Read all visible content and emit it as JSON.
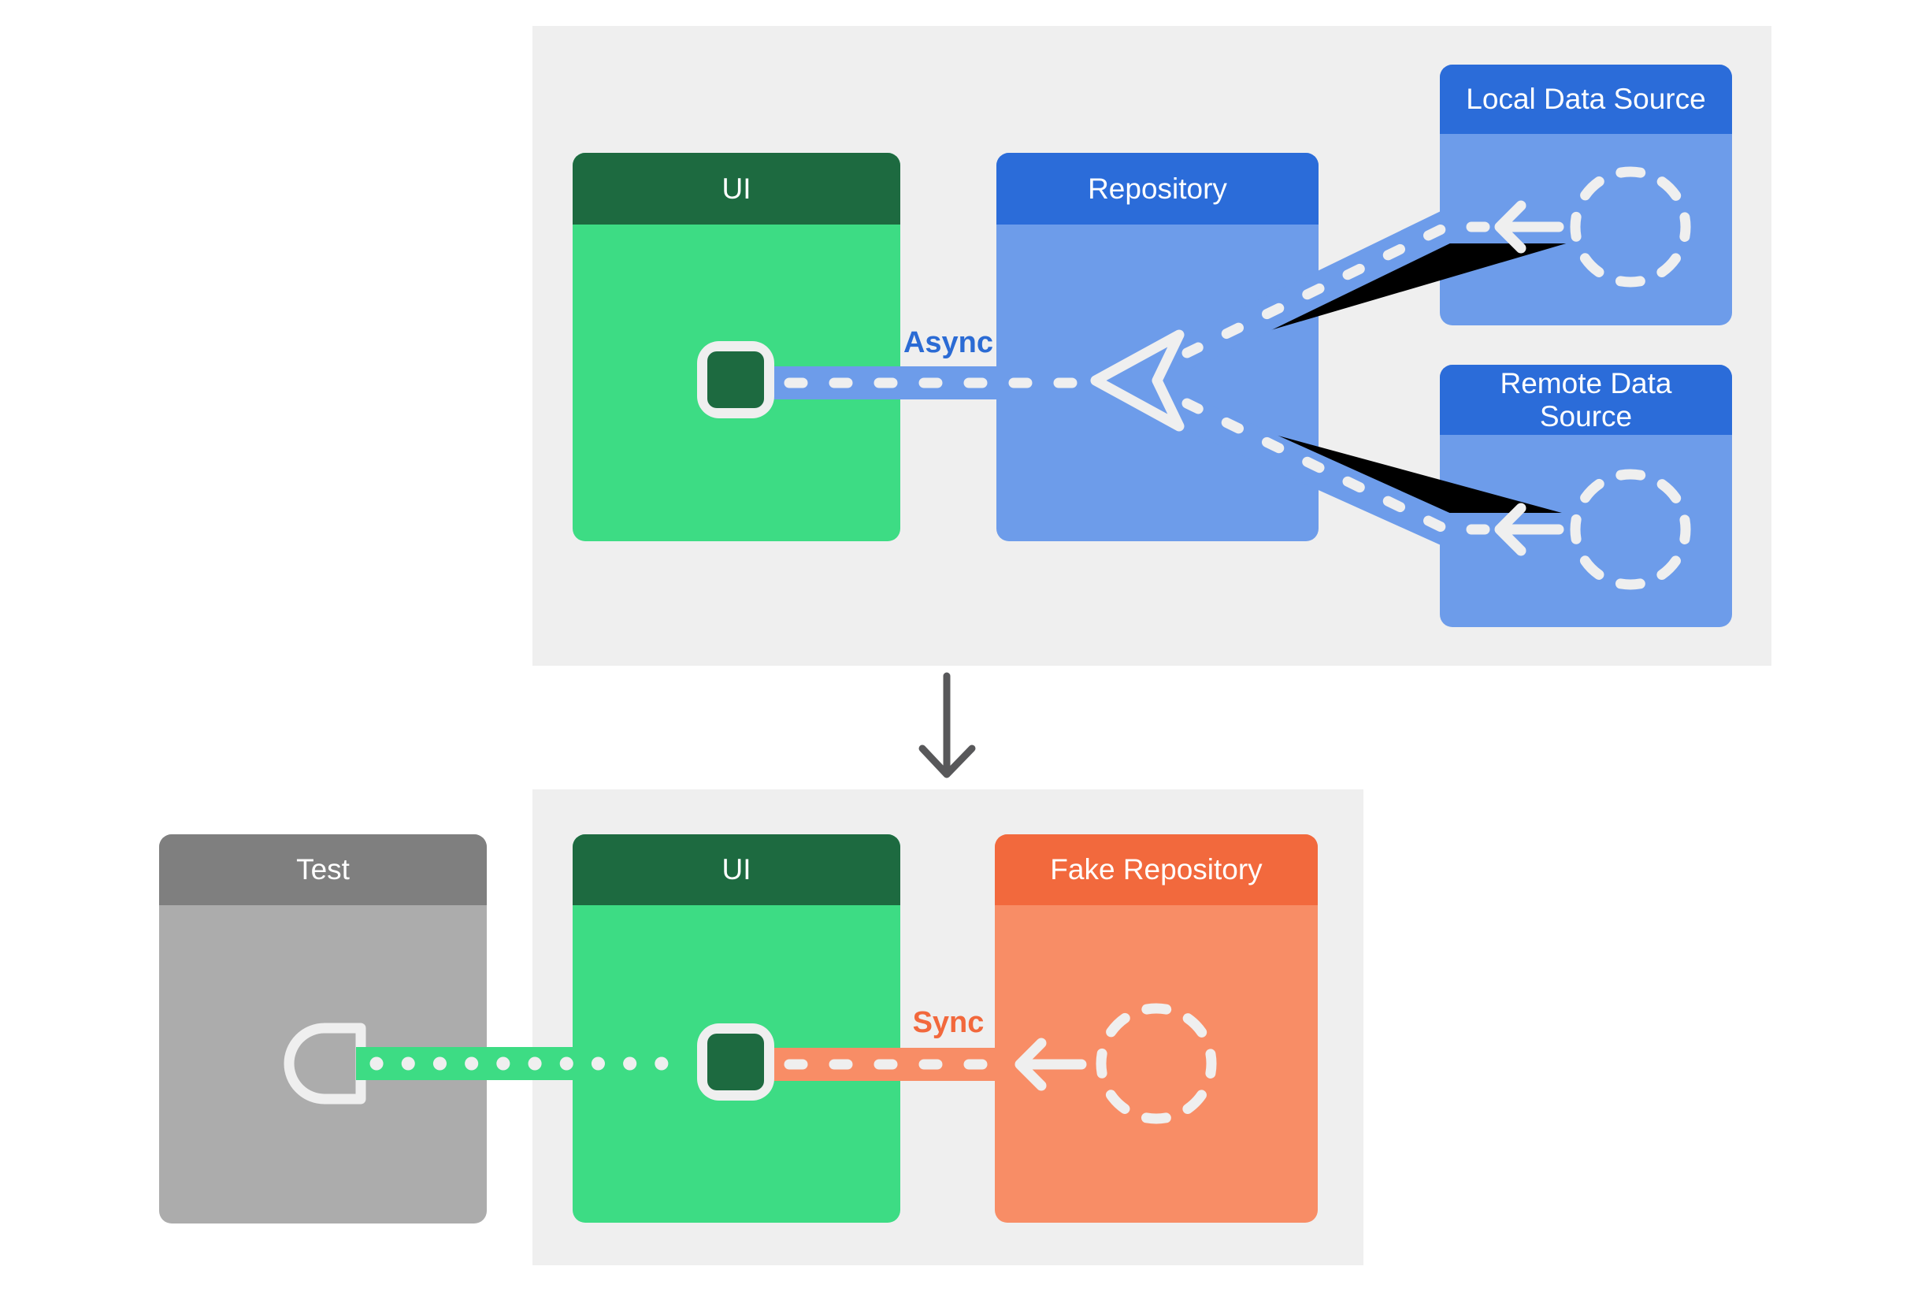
{
  "top_section": {
    "boxes": {
      "ui": {
        "title": "UI"
      },
      "repository": {
        "title": "Repository"
      },
      "local_data_source": {
        "title": "Local Data Source"
      },
      "remote_data_source": {
        "title": "Remote Data\nSource"
      }
    },
    "connection_label": "Async"
  },
  "bottom_section": {
    "boxes": {
      "test": {
        "title": "Test"
      },
      "ui": {
        "title": "UI"
      },
      "fake_repository": {
        "title": "Fake Repository"
      }
    },
    "connection_label": "Sync"
  },
  "colors": {
    "page_bg": "#ffffff",
    "panel": "#efefef",
    "green": "#3ddc84",
    "green_dark": "#1d6a40",
    "blue_header": "#2b6cd9",
    "blue_body": "#6d9cea",
    "orange_header": "#f2693d",
    "orange_body": "#f88d66",
    "gray_header": "#7f7f7f",
    "gray_body": "#acacac",
    "stroke_light": "#efefef",
    "arrow_gray": "#58585a",
    "async_text": "#2b6bd4",
    "sync_text": "#f2683c",
    "title_text": "#ffffff"
  }
}
